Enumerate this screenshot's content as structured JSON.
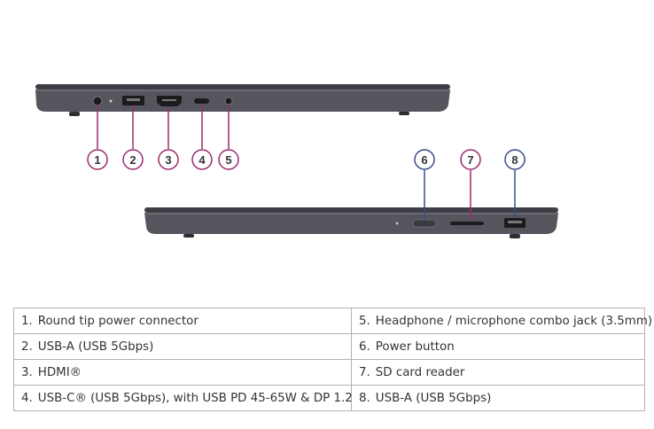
{
  "callouts": [
    {
      "num": "1",
      "color": "#9c2a6c"
    },
    {
      "num": "2",
      "color": "#9c2a6c"
    },
    {
      "num": "3",
      "color": "#9c2a6c"
    },
    {
      "num": "4",
      "color": "#9c2a6c"
    },
    {
      "num": "5",
      "color": "#9c2a6c"
    },
    {
      "num": "6",
      "color": "#3a4a8a"
    },
    {
      "num": "7",
      "color": "#9c2a6c"
    },
    {
      "num": "8",
      "color": "#3a4a8a"
    }
  ],
  "laptop_color": "#4a4b52",
  "ports_table": {
    "rows": [
      [
        {
          "num": "1.",
          "text": "Round tip power connector"
        },
        {
          "num": "5.",
          "text": "Headphone / microphone combo jack (3.5mm)"
        }
      ],
      [
        {
          "num": "2.",
          "text": "USB-A (USB 5Gbps)"
        },
        {
          "num": "6.",
          "text": "Power button"
        }
      ],
      [
        {
          "num": "3.",
          "text": "HDMI®"
        },
        {
          "num": "7.",
          "text": "SD card reader"
        }
      ],
      [
        {
          "num": "4.",
          "text": "USB-C® (USB 5Gbps), with USB PD 45-65W & DP 1.2"
        },
        {
          "num": "8.",
          "text": "USB-A (USB 5Gbps)"
        }
      ]
    ]
  }
}
